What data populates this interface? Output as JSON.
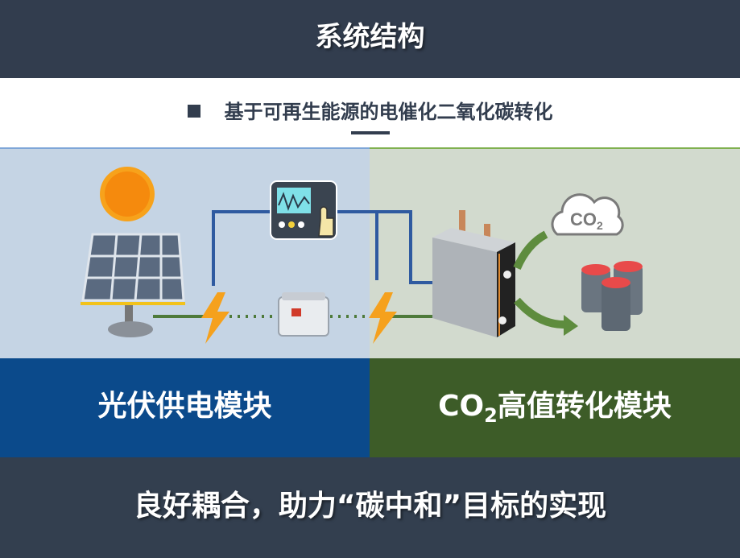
{
  "header": {
    "title": "系统结构"
  },
  "subtitle": {
    "text": "基于可再生能源的电催化二氧化碳转化"
  },
  "diagram": {
    "co2_cloud_label": "CO",
    "co2_cloud_subscript": "2"
  },
  "modules": {
    "left": {
      "label": "光伏供电模块"
    },
    "right": {
      "prefix": "CO",
      "subscript": "2",
      "suffix": "高值转化模块"
    }
  },
  "footer": {
    "text": "良好耦合，助力“碳中和”目标的实现"
  },
  "colors": {
    "header": "#323d4e",
    "left_bg": "#c5d4e4",
    "right_bg": "#d2dace",
    "left_band": "#0b4a8b",
    "right_band": "#3d5c28"
  }
}
